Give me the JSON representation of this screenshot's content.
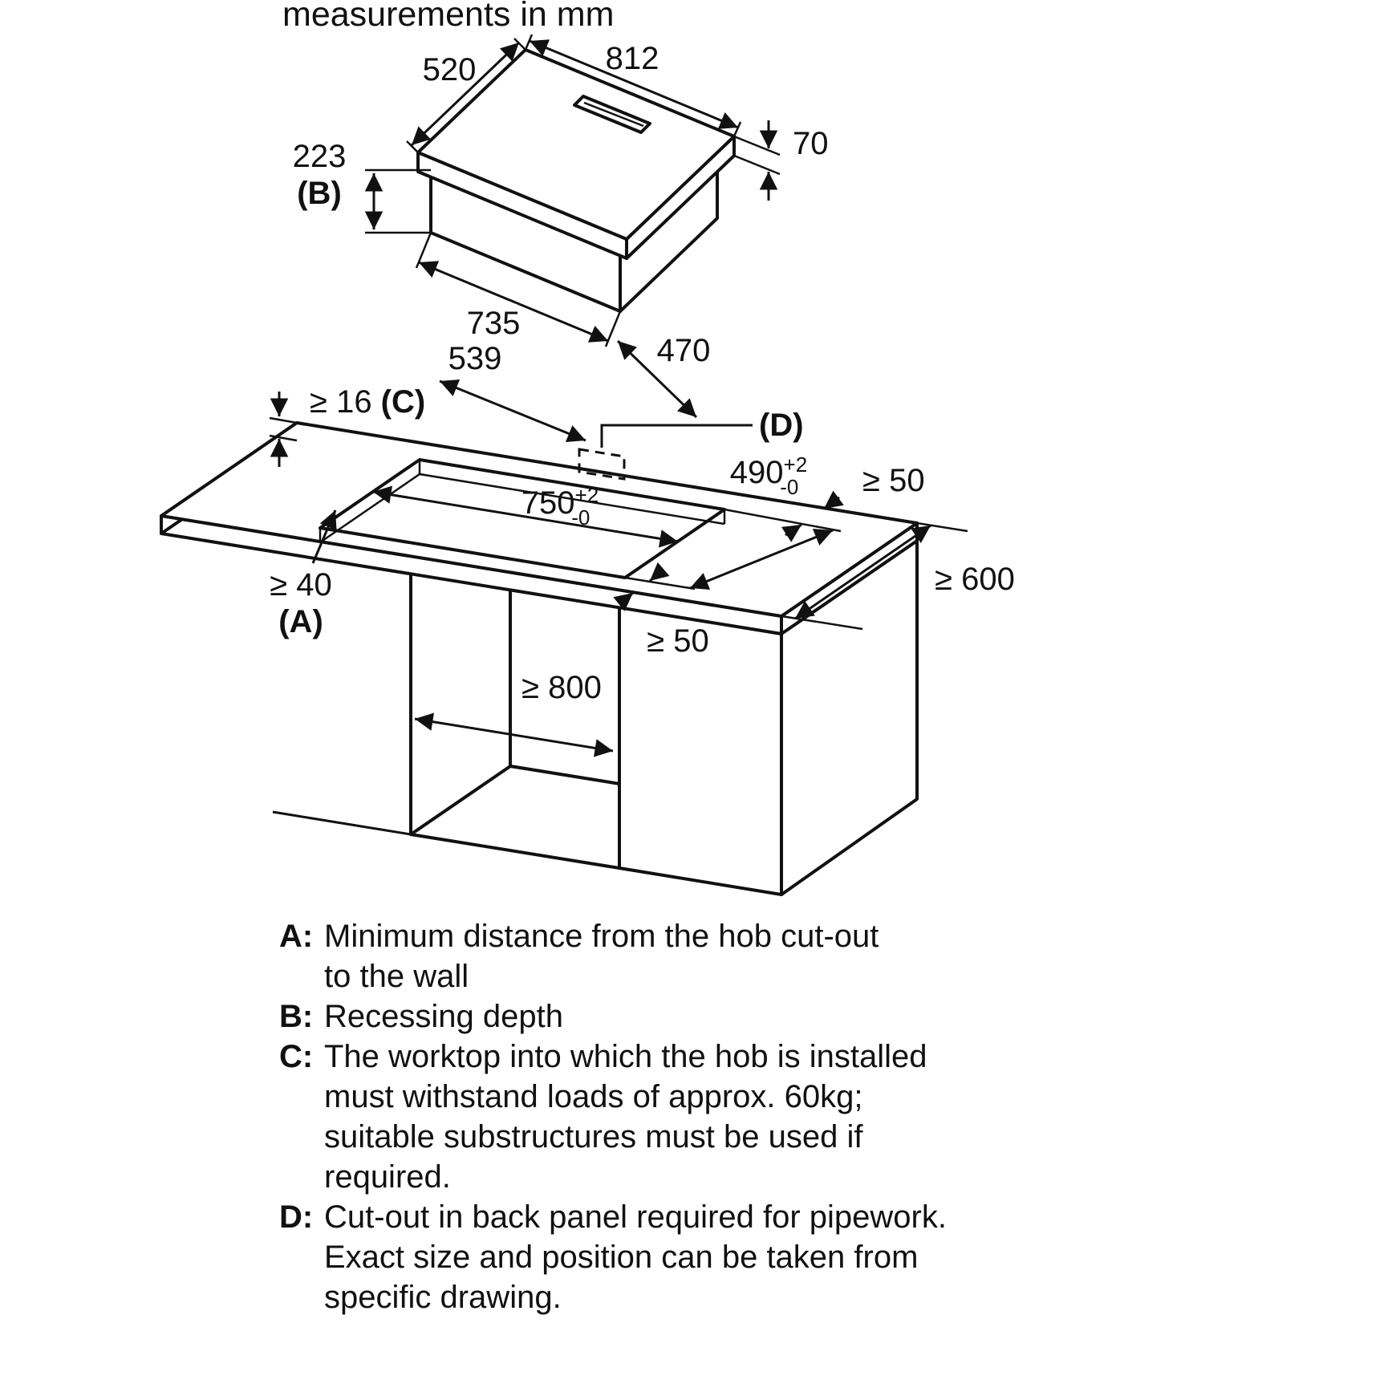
{
  "title": "measurements in mm",
  "hob": {
    "dim_520": "520",
    "dim_812": "812",
    "dim_70": "70",
    "dim_223": "223",
    "ref_b": "(B)",
    "dim_735": "735",
    "dim_539": "539",
    "dim_470": "470"
  },
  "worktop": {
    "dim_16": "≥ 16 ",
    "ref_c": "(C)",
    "dim_40": "≥ 40",
    "ref_a": "(A)",
    "dim_750": "750",
    "tol_750_plus": "+2",
    "tol_750_minus": "-0",
    "dim_490": "490",
    "tol_490_plus": "+2",
    "tol_490_minus": "-0",
    "dim_50_back": "≥ 50",
    "dim_50_front": "≥ 50",
    "dim_600": "≥ 600",
    "dim_800": "≥ 800",
    "ref_d": "(D)"
  },
  "legend": {
    "items": [
      {
        "key": "A:",
        "text": "Minimum distance from the hob cut-out\nto the wall"
      },
      {
        "key": "B:",
        "text": "Recessing depth"
      },
      {
        "key": "C:",
        "text": "The worktop into which the hob is installed\nmust withstand loads of approx. 60kg;\nsuitable substructures must be used if\nrequired."
      },
      {
        "key": "D:",
        "text": "Cut-out in back panel required for pipework.\nExact size and position can be taken from\nspecific drawing."
      }
    ]
  }
}
